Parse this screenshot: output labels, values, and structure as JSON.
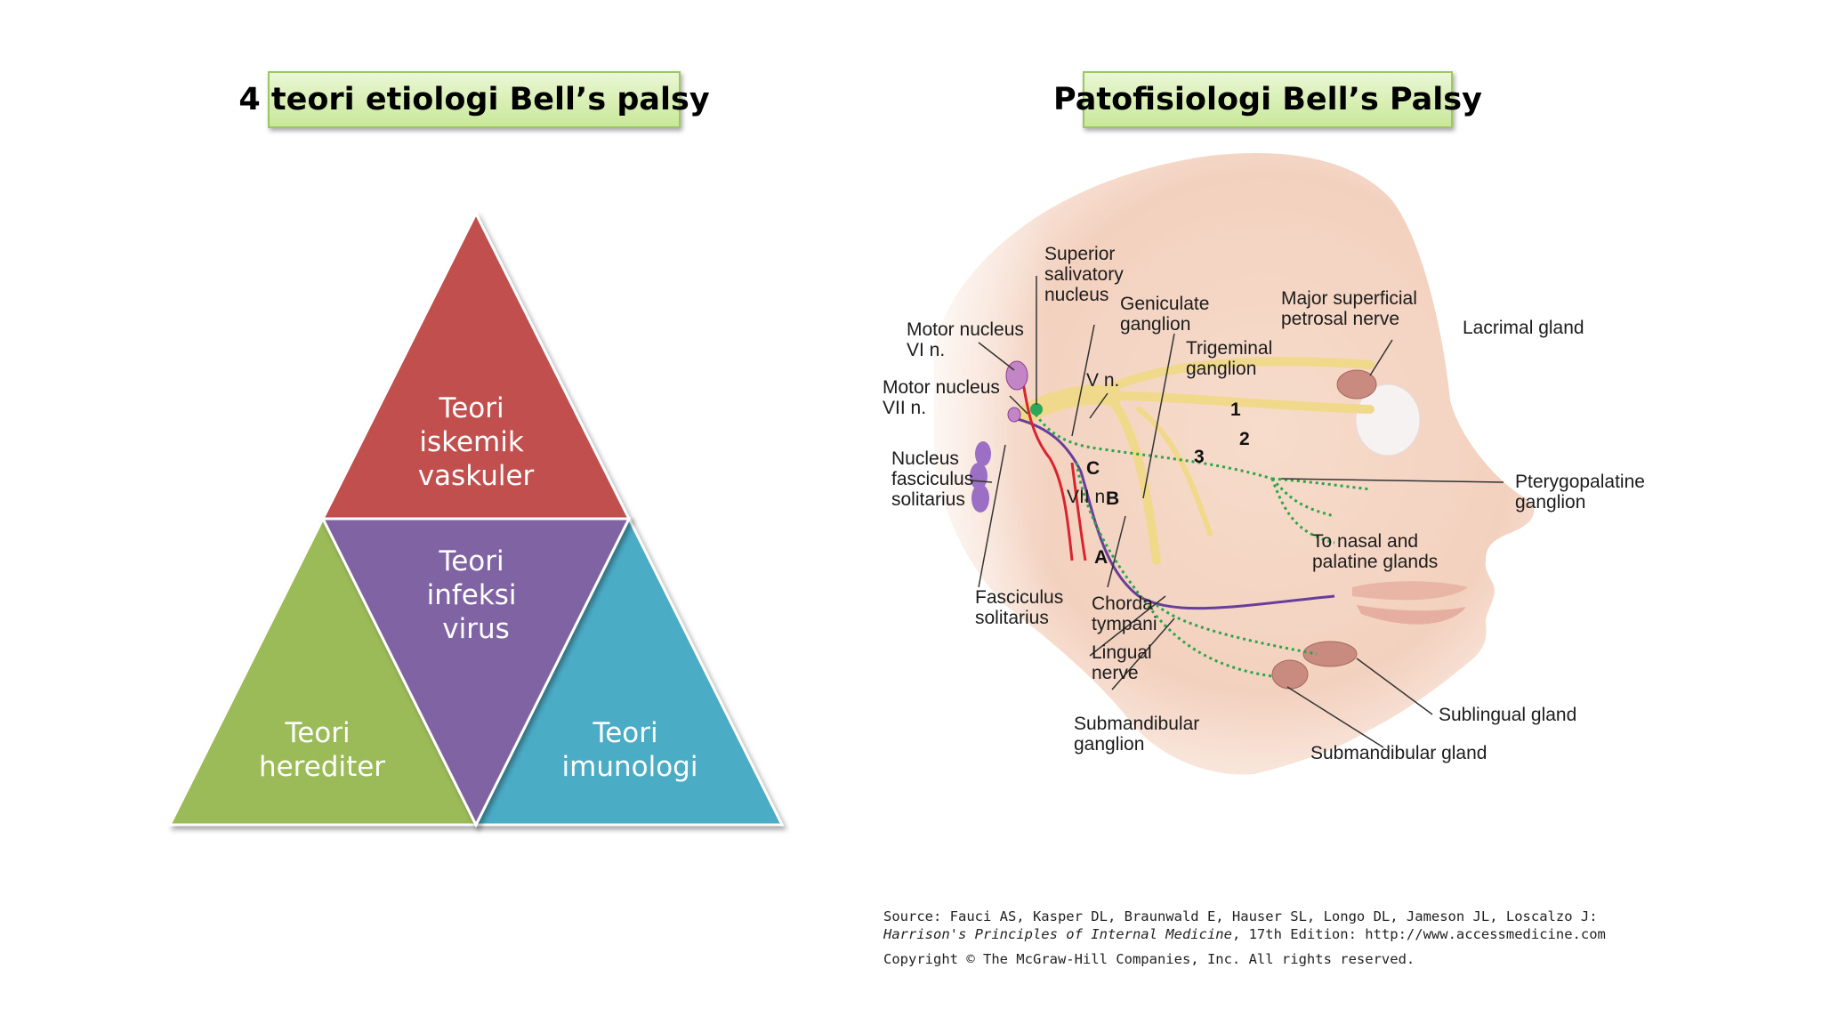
{
  "left_title": "4 teori etiologi Bell’s palsy",
  "right_title": "Patofisiologi Bell’s Palsy",
  "pyramid": {
    "top": {
      "lines": [
        "Teori",
        "iskemik",
        "vaskuler"
      ],
      "color": "#c0504d"
    },
    "middle": {
      "lines": [
        "Teori",
        "infeksi",
        "virus"
      ],
      "color": "#8064a2"
    },
    "left": {
      "lines": [
        "Teori",
        "herediter"
      ],
      "color": "#9bbb59"
    },
    "right": {
      "lines": [
        "Teori",
        "imunologi"
      ],
      "color": "#4bacc6"
    }
  },
  "anatomy_labels": {
    "superior_salivatory": [
      "Superior",
      "salivatory",
      "nucleus"
    ],
    "geniculate": [
      "Geniculate",
      "ganglion"
    ],
    "major_superficial": [
      "Major superficial",
      "petrosal nerve"
    ],
    "lacrimal": [
      "Lacrimal gland"
    ],
    "motor_vi": [
      "Motor nucleus",
      "VI n."
    ],
    "trigeminal": [
      "Trigeminal",
      "ganglion"
    ],
    "motor_vii": [
      "Motor nucleus",
      "VII n."
    ],
    "v_n": [
      "V n."
    ],
    "nucleus_fasciculus": [
      "Nucleus",
      "fasciculus",
      "solitarius"
    ],
    "vii_n": [
      "VII n."
    ],
    "pterygopalatine": [
      "Pterygopalatine",
      "ganglion"
    ],
    "nasal_palatine": [
      "To nasal and",
      "palatine glands"
    ],
    "fasciculus": [
      "Fasciculus",
      "solitarius"
    ],
    "chorda": [
      "Chorda",
      "tympani"
    ],
    "lingual": [
      "Lingual",
      "nerve"
    ],
    "submandibular_ganglion": [
      "Submandibular",
      "ganglion"
    ],
    "sublingual": [
      "Sublingual gland"
    ],
    "submandibular_gland": [
      "Submandibular gland"
    ]
  },
  "anatomy_letters": {
    "n1": "1",
    "n2": "2",
    "n3": "3",
    "a": "A",
    "b": "B",
    "c": "C"
  },
  "source": {
    "line1": "Source: Fauci AS, Kasper DL, Braunwald E, Hauser SL, Longo DL, Jameson JL, Loscalzo J:",
    "title": "Harrison's Principles of Internal Medicine",
    "line2_rest": ", 17th Edition: http://www.accessmedicine.com",
    "copyright": "Copyright © The McGraw-Hill Companies, Inc. All rights reserved."
  }
}
